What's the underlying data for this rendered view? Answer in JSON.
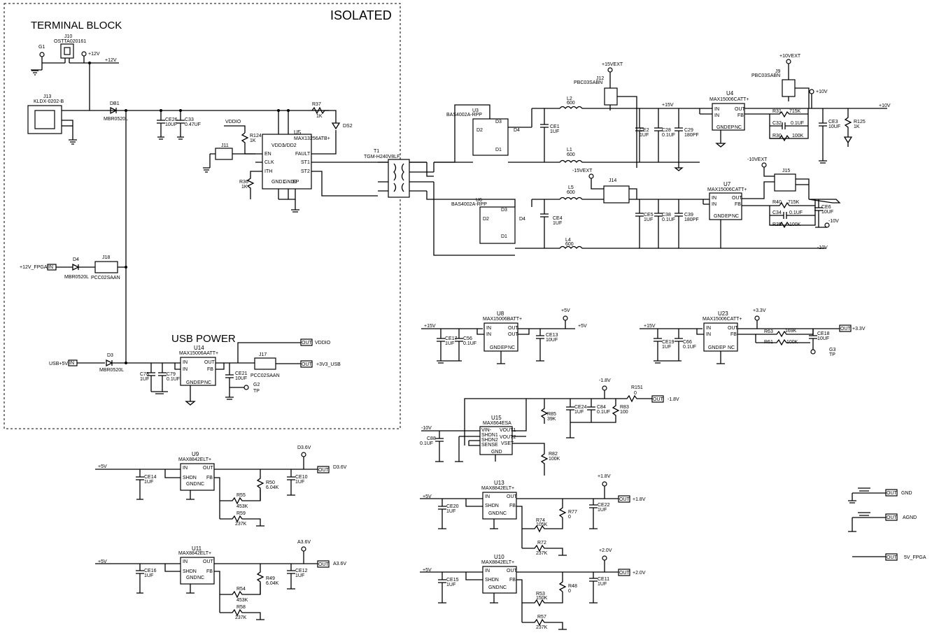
{
  "sections": {
    "isolated": "ISOLATED",
    "terminal_block": "TERMINAL BLOCK",
    "usb_power": "USB POWER"
  },
  "nets": {
    "p12v": "+12V",
    "p12v_fpga": "+12V_FPGA",
    "usb5v": "USB+5V",
    "vddio": "VDDIO",
    "p3v3_usb": "+3V3_USB",
    "p15vext": "+15VEXT",
    "m15vext": "-15VEXT",
    "p10vext": "+10VEXT",
    "m10vext": "-10VEXT",
    "p15v": "+15V",
    "p10v": "+10V",
    "m10v": "-10V",
    "p5v": "+5V",
    "p3v3": "+3.3V",
    "m1v8": "-1.8V",
    "d3v6": "D3.6V",
    "a3v6": "A3.6V",
    "p1v8": "+1.8V",
    "p2v0": "+2.0V",
    "gnd": "GND",
    "agnd": "AGND",
    "p5v_fpga": "5V_FPGA",
    "m10v_in": "-10V",
    "m1v8_out": "-1.8V"
  },
  "ports": {
    "out": "OUT",
    "in": "IN"
  },
  "refs": {
    "g1": "G1",
    "j10": "J10",
    "j10_pn": "OSTTA020161",
    "j13": "J13",
    "j13_pn": "KLDX-0202-B",
    "db1": "DB1",
    "db1_pn": "MBR0520L",
    "ce26": "CE26",
    "ce26_v": "10UF",
    "c33": "C33",
    "c33_v": "0.47UF",
    "r124": "R124",
    "r124_v": "1K",
    "r37": "R37",
    "r37_v": "1K",
    "ds2": "DS2",
    "r36": "R36",
    "r36_v": "1K",
    "j11": "J11",
    "u5": "U5",
    "u5_pn": "MAX13256ATB+",
    "u5_en": "EN",
    "u5_clk": "CLK",
    "u5_ith": "ITH",
    "u5_vdd1": "VDD1",
    "u5_vdd2": "VDD2",
    "u5_fault": "FAULT",
    "u5_st1": "ST1",
    "u5_st2": "ST2",
    "u5_gnd1": "GND1",
    "u5_gnd2": "GND2",
    "u5_ep": "EP",
    "t1": "T1",
    "t1_pn": "TGM-H240V8LF",
    "u3": "U3",
    "u3_pn": "BAS4002A-RPP",
    "u6": "U6",
    "u6_pn": "BAS4002A-RPP",
    "d1": "D1",
    "d2": "D2",
    "d3": "D3",
    "d4": "D4",
    "l1": "L1",
    "l2": "L2",
    "l4": "L4",
    "l5": "L5",
    "l_v": "600",
    "ce1": "CE1",
    "ce4": "CE4",
    "ce2": "CE2",
    "ce5": "CE5",
    "v1uf": "1UF",
    "c28": "C28",
    "c38": "C38",
    "v01uf": "0.1UF",
    "c29": "C29",
    "c39": "C39",
    "v180pf": "180PF",
    "j12": "J12",
    "j12_pn": "PBC03SABN",
    "j9": "J9",
    "j9_pn": "PBC03SABN",
    "j14": "J14",
    "j15": "J15",
    "u4": "U4",
    "u7": "U7",
    "u_max15006c": "MAX15006CATT+",
    "pin_in": "IN",
    "pin_out": "OUT",
    "pin_fb": "FB",
    "pin_gnd": "GND",
    "pin_ep": "EP",
    "pin_nc": "NC",
    "r31": "R31",
    "r31_v": "715K",
    "c32": "C32",
    "r30": "R30",
    "r30_v": "100K",
    "ce3": "CE3",
    "ce3_v": "10UF",
    "r125": "R125",
    "r125_v": "1K",
    "r40": "R40",
    "r40_v": "715K",
    "c34": "C34",
    "r35": "R35",
    "r35_v": "100K",
    "ce6": "CE6",
    "ce6_v": "10UF",
    "d4f": "D4",
    "d4f_pn": "MBR0520L",
    "j18": "J18",
    "j18_pn": "PCC02SAAN",
    "d3u": "D3",
    "d3u_pn": "MBR0520L",
    "c78": "C78",
    "c79": "C79",
    "u14": "U14",
    "u14_pn": "MAX15006AATT+",
    "ce21": "CE21",
    "ce21_v": "10UF",
    "j17": "J17",
    "j17_pn": "PCC02SAAN",
    "g2": "G2",
    "tp": "TP",
    "g3": "G3",
    "u8": "U8",
    "u8_pn": "MAX15006BATT+",
    "ce17": "CE17",
    "c56": "C56",
    "ce13": "CE13",
    "ce13_v": "10UF",
    "u23": "U23",
    "u23_pn": "MAX15006CATT+",
    "ce19": "CE19",
    "c66": "C66",
    "r63": "R63",
    "r63_v": "169K",
    "r61": "R61",
    "r61_v": "100K",
    "ce18": "CE18",
    "ce18_v": "10UF",
    "u15": "U15",
    "u15_pn": "MAX664ESA",
    "u15_vin": "VIN-",
    "u15_shdn1": "SHDN1",
    "u15_shdn2": "SHDN2",
    "u15_sense": "SENSE",
    "u15_vout1": "VOUT1",
    "u15_vout2": "VOUT2",
    "u15_vset": "VSET",
    "u15_gnd": "GND",
    "c88": "C88",
    "r85": "R85",
    "r85_v": "39K",
    "r82": "R82",
    "r82_v": "100K",
    "ce24": "CE24",
    "c84": "C84",
    "r83": "R83",
    "r83_v": "100",
    "r151": "R151",
    "r151_v": "0",
    "u9": "U9",
    "u11": "U11",
    "u13": "U13",
    "u10": "U10",
    "u_max8842": "MAX8842ELT+",
    "pin_shdn": "SHDN",
    "ce14": "CE14",
    "r55": "R55",
    "r55_v": "453K",
    "r59": "R59",
    "r59_v": "237K",
    "r50": "R50",
    "r50_v": "6.04K",
    "ce10": "CE10",
    "ce16": "CE16",
    "r54": "R54",
    "r54_v": "453K",
    "r58": "R58",
    "r58_v": "237K",
    "r49": "R49",
    "r49_v": "6.04K",
    "ce12": "CE12",
    "ce20": "CE20",
    "r74": "R74",
    "r74_v": "105K",
    "r72": "R72",
    "r72_v": "237K",
    "r77": "R77",
    "r77_v": "0",
    "ce22": "CE22",
    "ce15": "CE15",
    "r53": "R53",
    "r53_v": "150K",
    "r57": "R57",
    "r57_v": "237K",
    "r48": "R48",
    "r48_v": "0",
    "ce11": "CE11"
  }
}
